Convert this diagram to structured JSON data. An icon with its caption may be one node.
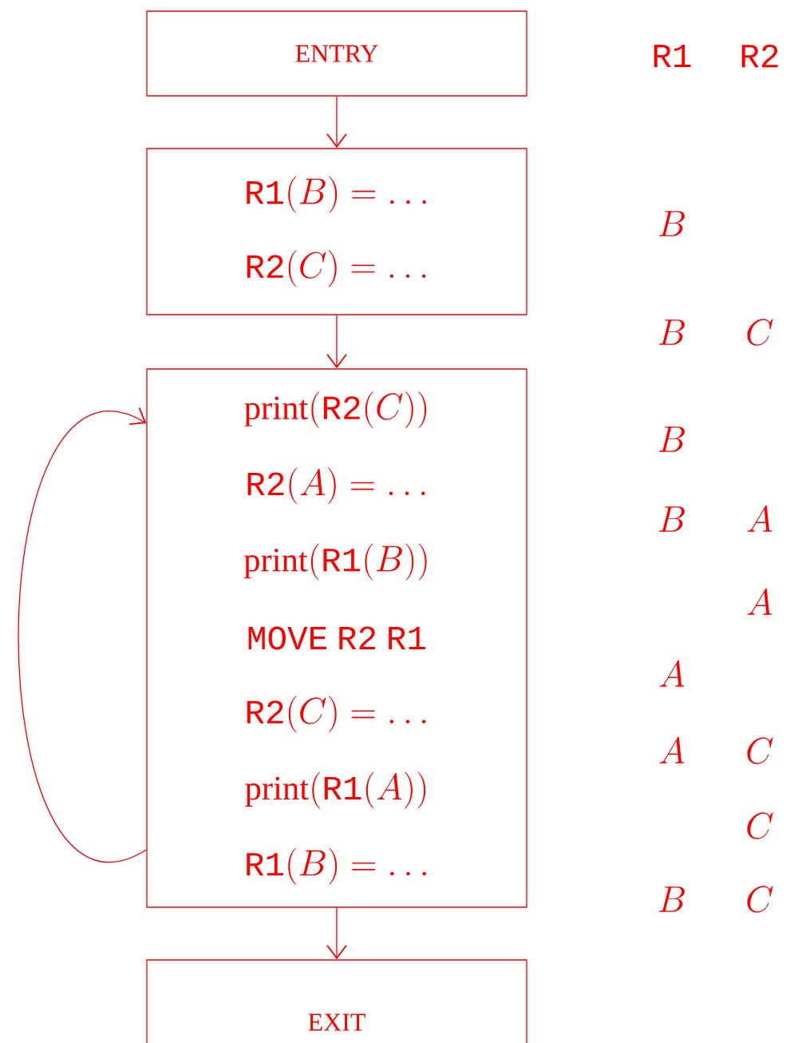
{
  "diagram": {
    "nodes": [
      {
        "text": [
          "ENTRY"
        ]
      },
      {
        "text": [
          "\\mathtt{R1}(B) = \\ldots",
          "\\mathtt{R2}(C) = \\ldots"
        ]
      },
      {
        "text": [
          "\\mathrm{print}(\\mathtt{R2}(C))",
          "\\mathtt{R2}(A) = \\ldots",
          "\\mathrm{print}(\\mathtt{R1}(B))",
          "\\mathtt{MOVE\\ R2\\ R1}",
          "\\mathtt{R2}(C) = \\ldots",
          "\\mathrm{print}(\\mathtt{R1}(A))",
          "\\mathtt{R1}(B) = \\ldots"
        ]
      },
      {
        "text": [
          "EXIT"
        ]
      }
    ],
    "edges": [
      {
        "from": 0,
        "to": 1,
        "arrow": "to"
      },
      {
        "from": 1,
        "to": 2,
        "arrow": "to"
      },
      {
        "from": 2,
        "to": 3,
        "arrow": "to"
      },
      {
        "from": 2,
        "to": 2,
        "arrow": "to"
      }
    ],
    "labels": [
      "\\mathtt{R1}",
      "\\mathtt{R2}",
      "B",
      "B",
      "C",
      "B",
      "B",
      "A",
      "A",
      "A",
      "A",
      "C",
      "C",
      "B",
      "C"
    ]
  }
}
